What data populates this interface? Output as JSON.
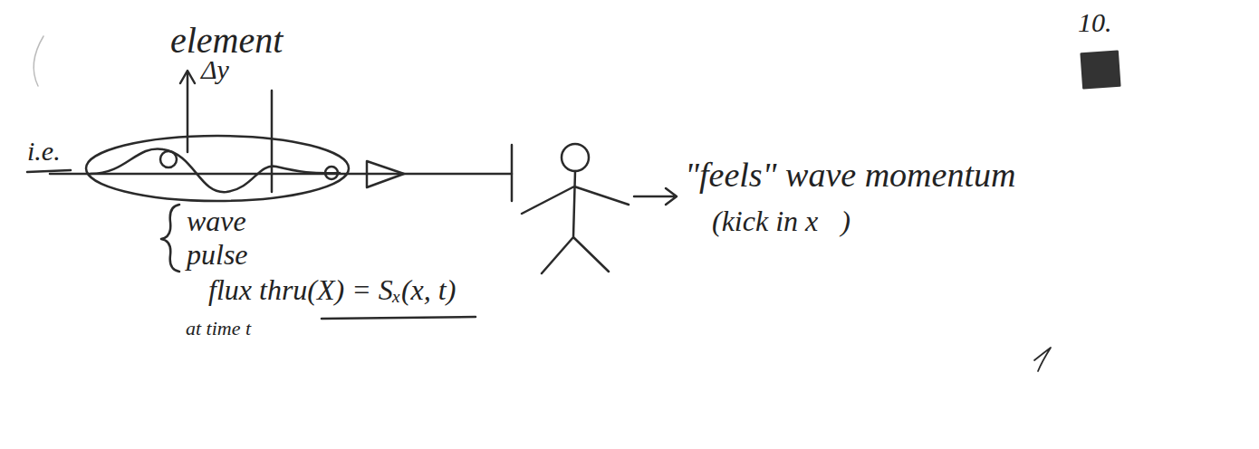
{
  "diagram": {
    "labels": [
      "10.",
      "element",
      "Δy",
      "i.e.",
      "wave pulse",
      "\"feels\" wave momentum",
      "(kick in x⃗)",
      "flux thru(X) = Sₓ(x, t)",
      "at time t"
    ]
  }
}
